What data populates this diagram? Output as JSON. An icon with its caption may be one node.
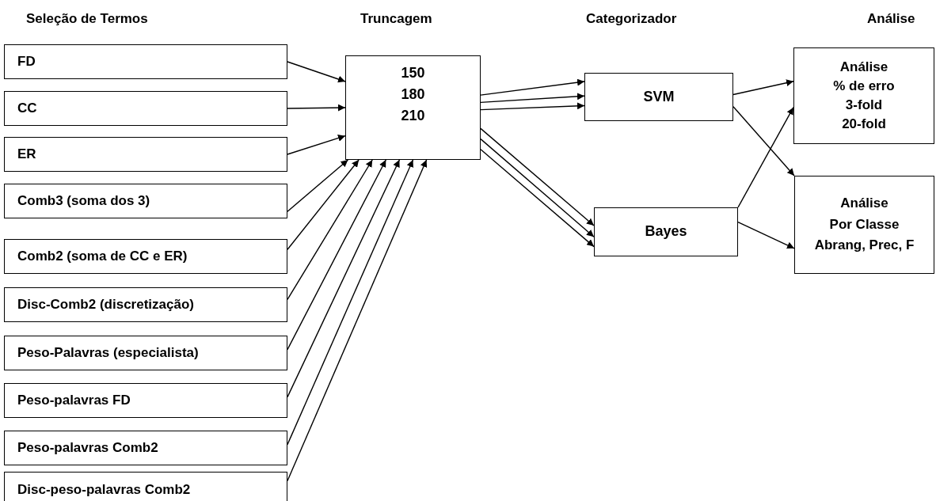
{
  "diagram": {
    "nodes": [
      {
        "text": [
          "FD"
        ]
      },
      {
        "text": [
          "CC"
        ]
      },
      {
        "text": [
          "ER"
        ]
      },
      {
        "text": [
          "Comb3 (soma dos 3)"
        ]
      },
      {
        "text": [
          "Comb2 (soma de CC e ER)"
        ]
      },
      {
        "text": [
          "Disc-Comb2 (discretização)"
        ]
      },
      {
        "text": [
          "Peso-Palavras (especialista)"
        ]
      },
      {
        "text": [
          "Peso-palavras FD"
        ]
      },
      {
        "text": [
          "Peso-palavras Comb2"
        ]
      },
      {
        "text": [
          "Disc-peso-palavras Comb2"
        ]
      },
      {
        "text": [
          "150",
          "180",
          "210"
        ]
      },
      {
        "text": [
          "SVM"
        ]
      },
      {
        "text": [
          "Bayes"
        ]
      },
      {
        "text": [
          "Análise",
          "% de erro",
          "3-fold",
          "20-fold"
        ]
      },
      {
        "text": [
          "Análise",
          "Por Classe",
          "Abrang, Prec, F"
        ]
      }
    ],
    "edges": [
      {
        "from": 0,
        "to": 10,
        "arrow": "to"
      },
      {
        "from": 1,
        "to": 10,
        "arrow": "to"
      },
      {
        "from": 2,
        "to": 10,
        "arrow": "to"
      },
      {
        "from": 3,
        "to": 10,
        "arrow": "to"
      },
      {
        "from": 4,
        "to": 10,
        "arrow": "to"
      },
      {
        "from": 5,
        "to": 10,
        "arrow": "to"
      },
      {
        "from": 6,
        "to": 10,
        "arrow": "to"
      },
      {
        "from": 7,
        "to": 10,
        "arrow": "to"
      },
      {
        "from": 8,
        "to": 10,
        "arrow": "to"
      },
      {
        "from": 9,
        "to": 10,
        "arrow": "to"
      },
      {
        "from": 10,
        "to": 11,
        "arrow": "to"
      },
      {
        "from": 10,
        "to": 11,
        "arrow": "to"
      },
      {
        "from": 10,
        "to": 11,
        "arrow": "to"
      },
      {
        "from": 10,
        "to": 12,
        "arrow": "to"
      },
      {
        "from": 10,
        "to": 12,
        "arrow": "to"
      },
      {
        "from": 10,
        "to": 12,
        "arrow": "to"
      },
      {
        "from": 11,
        "to": 13,
        "arrow": "to"
      },
      {
        "from": 11,
        "to": 14,
        "arrow": "to"
      },
      {
        "from": 12,
        "to": 13,
        "arrow": "to"
      },
      {
        "from": 12,
        "to": 14,
        "arrow": "to"
      }
    ],
    "labels": [
      "Seleção de Termos",
      "Truncagem",
      "Categorizador",
      "Análise"
    ]
  }
}
